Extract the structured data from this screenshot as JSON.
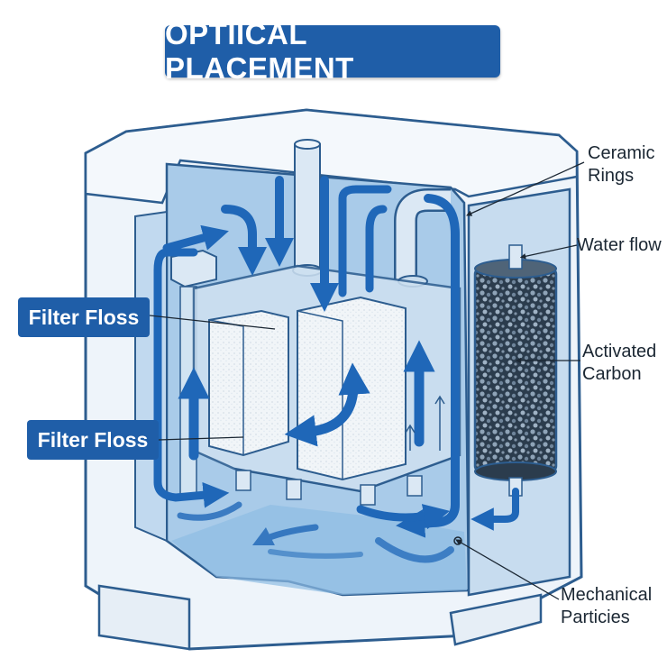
{
  "title": "OPTIICAL PLACEMENT",
  "labels": {
    "filter_floss_top": "Filter Floss",
    "filter_floss_bottom": "Filter Floss",
    "ceramic_rings": [
      "Ceramic",
      "Rings"
    ],
    "water_flow": "Water flow",
    "activated_carbon": [
      "Activated",
      "Carbon"
    ],
    "mechanical_particles": [
      "Mechanical",
      "Particies"
    ]
  },
  "colors": {
    "brand_blue": "#1f5ea8",
    "water_blue": "#a9cbe9",
    "arrow_blue": "#1f67b8",
    "outline": "#2d5d8f",
    "text_dark": "#1b2733"
  }
}
